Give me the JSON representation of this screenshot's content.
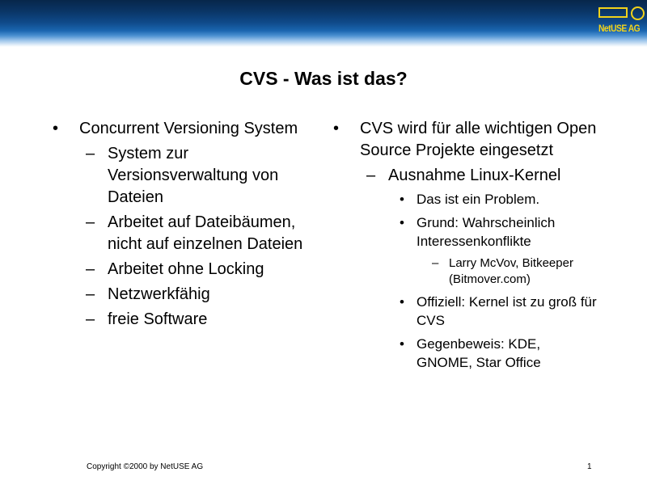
{
  "header": {
    "logo": {
      "text": "NetUSE AG",
      "color": "#f2d21a"
    },
    "background_color": "#0a3566"
  },
  "slide": {
    "title": "CVS - Was ist das?",
    "left": {
      "item1": "Concurrent Versioning System",
      "subitems": [
        "System zur Versionsverwaltung von Dateien",
        "Arbeitet auf Dateibäumen, nicht auf einzelnen Dateien",
        "Arbeitet ohne Locking",
        "Netzwerkfähig",
        "freie Software"
      ]
    },
    "right": {
      "item1": "CVS wird für alle wichtigen Open Source Projekte eingesetzt",
      "sub1": "Ausnahme Linux-Kernel",
      "subsub": [
        "Das ist ein Problem.",
        "Grund: Wahrscheinlich Interessenkonflikte",
        "Offiziell: Kernel ist zu groß für CVS",
        "Gegenbeweis: KDE, GNOME, Star Office"
      ],
      "level4": "Larry McVov, Bitkeeper (Bitmover.com)"
    },
    "markers": {
      "bullet": "•",
      "dash": "–"
    }
  },
  "footer": {
    "copyright": "Copyright ©2000 by NetUSE AG",
    "page_number": "1"
  }
}
